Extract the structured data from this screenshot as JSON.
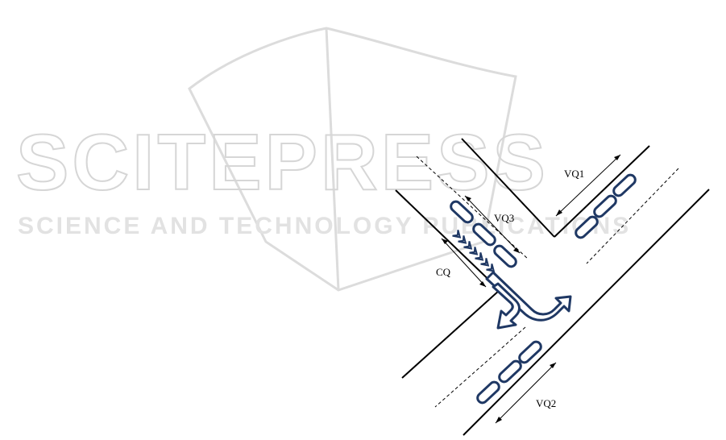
{
  "watermark": {
    "title": "SCITEPRESS",
    "subtitle": "SCIENCE AND TECHNOLOGY PUBLICATIONS"
  },
  "labels": {
    "vq1": "VQ1",
    "vq2": "VQ2",
    "vq3": "VQ3",
    "cq": "CQ"
  },
  "colors": {
    "vehicle_outline": "#1f3864",
    "road": "#000000"
  }
}
